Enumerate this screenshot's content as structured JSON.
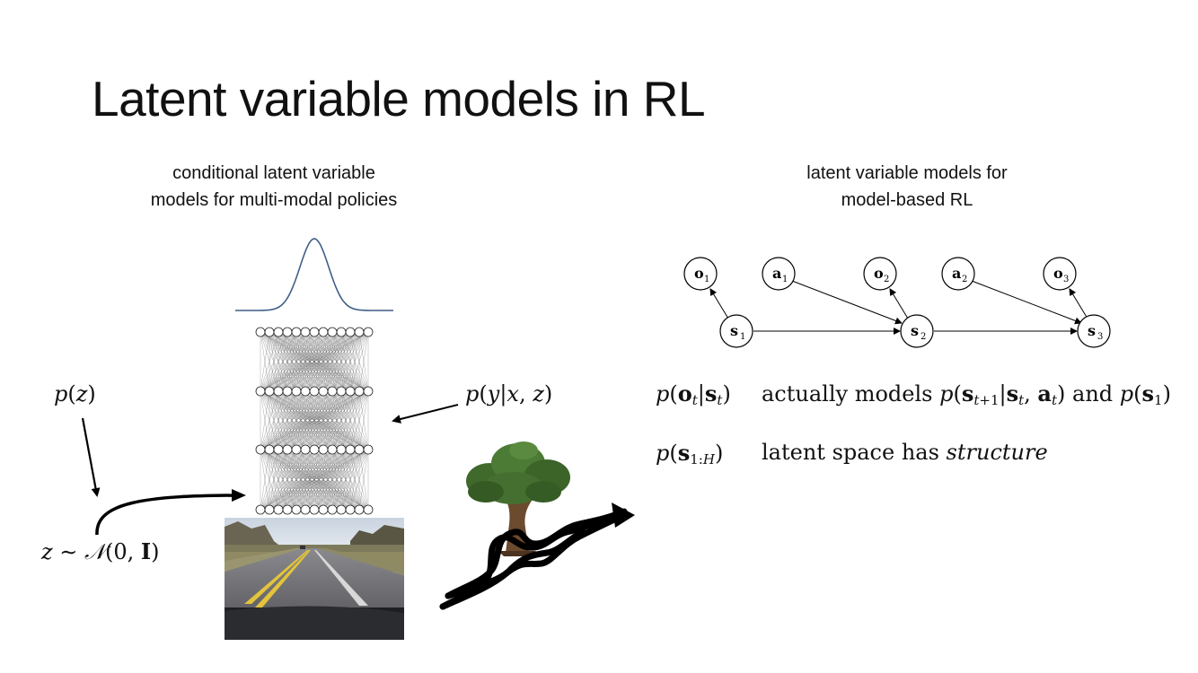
{
  "slide": {
    "title": "Latent variable models in RL"
  },
  "left_panel": {
    "caption_line1": "conditional latent variable",
    "caption_line2": "models for multi-modal policies",
    "prior_label": "p(z)",
    "sample_label": "z ∼ 𝒩(0, I)",
    "policy_label": "p(y|x, z)"
  },
  "right_panel": {
    "caption_line1": "latent variable models for",
    "caption_line2": "model-based RL",
    "graph_nodes": [
      {
        "id": "o1",
        "label": "o",
        "sub": "1"
      },
      {
        "id": "a1",
        "label": "a",
        "sub": "1"
      },
      {
        "id": "o2",
        "label": "o",
        "sub": "2"
      },
      {
        "id": "a2",
        "label": "a",
        "sub": "2"
      },
      {
        "id": "o3",
        "label": "o",
        "sub": "3"
      },
      {
        "id": "s1",
        "label": "s",
        "sub": "1"
      },
      {
        "id": "s2",
        "label": "s",
        "sub": "2"
      },
      {
        "id": "s3",
        "label": "s",
        "sub": "3"
      }
    ],
    "row1_expr": "p(o_t|s_t)",
    "row1_text": "actually models p(s_{t+1}|s_t, a_t) and p(s_1)",
    "row2_expr": "p(s_{1:H})",
    "row2_text_plain": "latent space has",
    "row2_text_emph": "structure"
  }
}
